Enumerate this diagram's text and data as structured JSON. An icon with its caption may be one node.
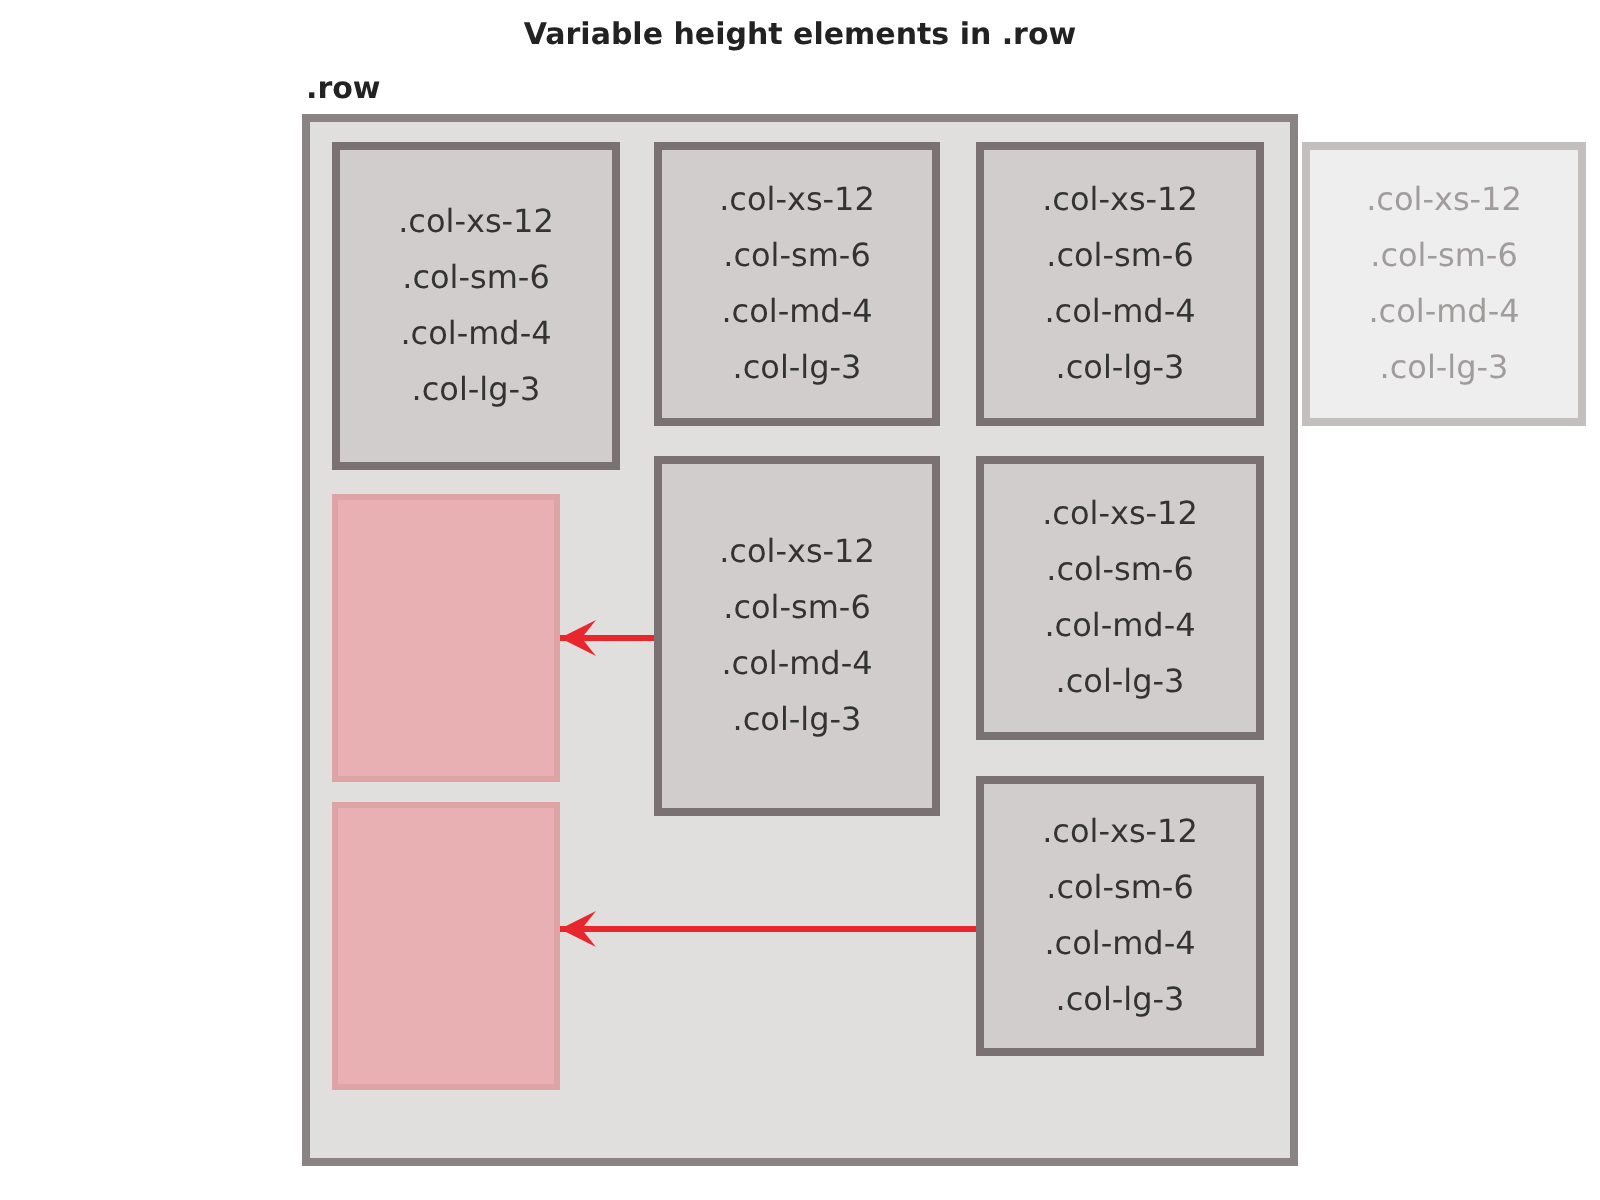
{
  "diagram": {
    "title": "Variable height elements in .row",
    "nodes": [
      {
        "text": [
          ".row"
        ]
      },
      {
        "text": [
          ".col-xs-12",
          ".col-sm-6",
          ".col-md-4",
          ".col-lg-3"
        ],
        "in": 0
      },
      {
        "text": [
          ".col-xs-12",
          ".col-sm-6",
          ".col-md-4",
          ".col-lg-3"
        ],
        "in": 0
      },
      {
        "text": [
          ".col-xs-12",
          ".col-sm-6",
          ".col-md-4",
          ".col-lg-3"
        ],
        "in": 0
      },
      {
        "text": [
          ".col-xs-12",
          ".col-sm-6",
          ".col-md-4",
          ".col-lg-3"
        ]
      },
      {
        "text": [],
        "shape": "box",
        "in": 0
      },
      {
        "text": [
          ".col-xs-12",
          ".col-sm-6",
          ".col-md-4",
          ".col-lg-3"
        ],
        "in": 0
      },
      {
        "text": [
          ".col-xs-12",
          ".col-sm-6",
          ".col-md-4",
          ".col-lg-3"
        ],
        "in": 0
      },
      {
        "text": [],
        "shape": "box",
        "in": 0
      },
      {
        "text": [
          ".col-xs-12",
          ".col-sm-6",
          ".col-md-4",
          ".col-lg-3"
        ],
        "in": 0
      }
    ],
    "edges": [
      {
        "from": 6,
        "to": 5,
        "arrow": "to"
      },
      {
        "from": 9,
        "to": 8,
        "arrow": "to"
      }
    ]
  }
}
